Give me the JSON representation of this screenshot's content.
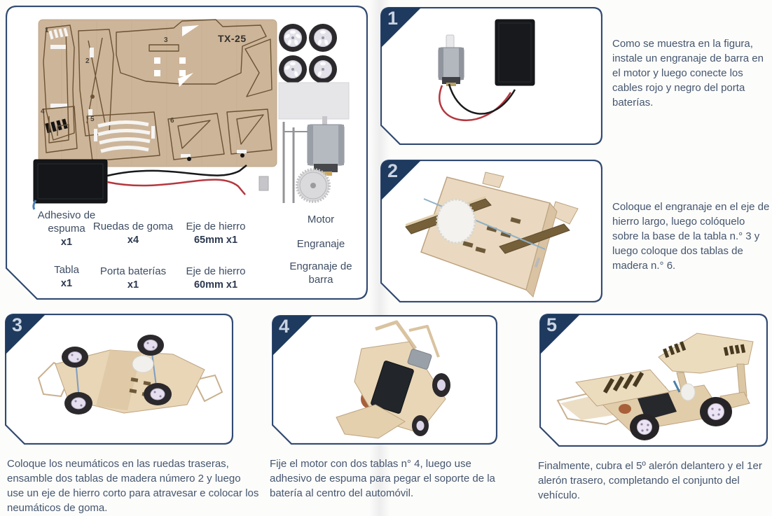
{
  "colors": {
    "accent_navy": "#1e3a5e",
    "frame_border": "#314970",
    "body_text": "#45566e",
    "wood": "#cdb59a",
    "wood_outline": "#6b5233",
    "wire_red": "#b5373e",
    "wire_black": "#17181a"
  },
  "parts_panel": {
    "sheet_label": "TX-25",
    "piece_numbers": [
      "1",
      "2",
      "3",
      "4",
      "5",
      "6"
    ],
    "items": [
      {
        "name": "Adhesivo de espuma",
        "qty": "x1"
      },
      {
        "name": "Ruedas de goma",
        "qty": "x4"
      },
      {
        "name": "Eje de hierro",
        "qty": "65mm x1"
      },
      {
        "name": "Motor",
        "qty": ""
      },
      {
        "name": "Engranaje",
        "qty": ""
      },
      {
        "name": "Tabla",
        "qty": "x1"
      },
      {
        "name": "Porta baterías",
        "qty": "x1"
      },
      {
        "name": "Eje de hierro",
        "qty": "60mm x1"
      },
      {
        "name": "Engranaje de barra",
        "qty": ""
      }
    ]
  },
  "steps": [
    {
      "num": "1",
      "text": "Como se muestra en la figura, instale un engranaje de barra en el motor y luego conecte los cables rojo y negro del porta baterías."
    },
    {
      "num": "2",
      "text": "Coloque el engranaje en el eje de hierro largo, luego colóquelo sobre la base de la tabla n.° 3 y luego coloque dos tablas de madera n.° 6."
    },
    {
      "num": "3",
      "text": "Coloque los neumáticos en las ruedas traseras, ensamble dos tablas de madera número 2 y luego use un eje de hierro corto para atravesar e colocar los neumáticos de goma."
    },
    {
      "num": "4",
      "text": "Fije el motor con dos tablas n° 4, luego use adhesivo de espuma para pegar el soporte de la batería al centro del automóvil."
    },
    {
      "num": "5",
      "text": "Finalmente, cubra el 5º alerón delantero y el 1er alerón trasero, completando el conjunto del vehículo."
    }
  ]
}
